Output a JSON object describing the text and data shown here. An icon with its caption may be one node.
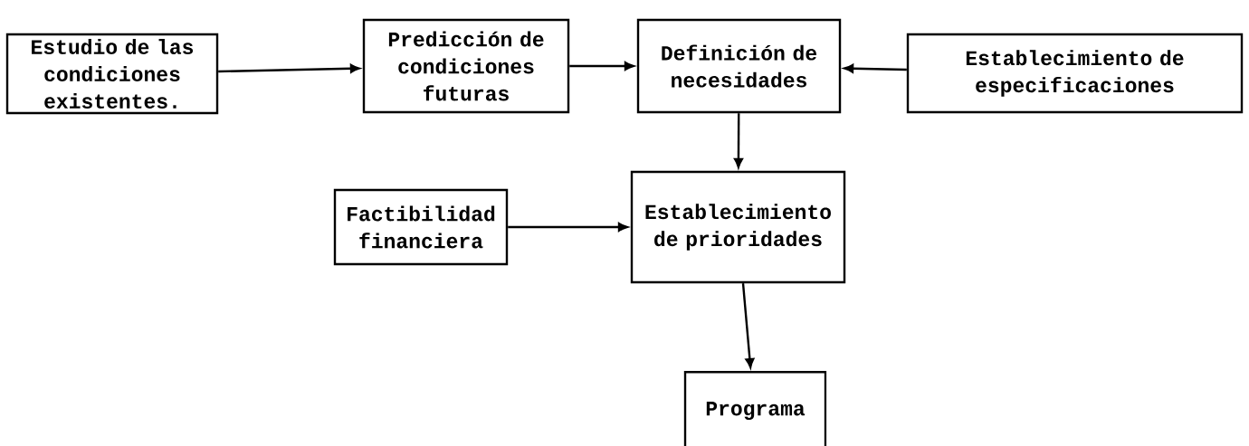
{
  "diagram": {
    "nodes": [
      {
        "text": [
          "Estudio de las condiciones existentes."
        ]
      },
      {
        "text": [
          "Predicción de condiciones futuras"
        ]
      },
      {
        "text": [
          "Definición de necesidades"
        ]
      },
      {
        "text": [
          "Establecimiento de especificaciones"
        ]
      },
      {
        "text": [
          "Factibilidad financiera"
        ]
      },
      {
        "text": [
          "Establecimiento de prioridades"
        ]
      },
      {
        "text": [
          "Programa"
        ]
      }
    ],
    "edges": [
      {
        "from": 0,
        "to": 1,
        "arrow": "to"
      },
      {
        "from": 1,
        "to": 2,
        "arrow": "to"
      },
      {
        "from": 3,
        "to": 2,
        "arrow": "to"
      },
      {
        "from": 2,
        "to": 5,
        "arrow": "to"
      },
      {
        "from": 4,
        "to": 5,
        "arrow": "to"
      },
      {
        "from": 5,
        "to": 6,
        "arrow": "to"
      }
    ]
  }
}
